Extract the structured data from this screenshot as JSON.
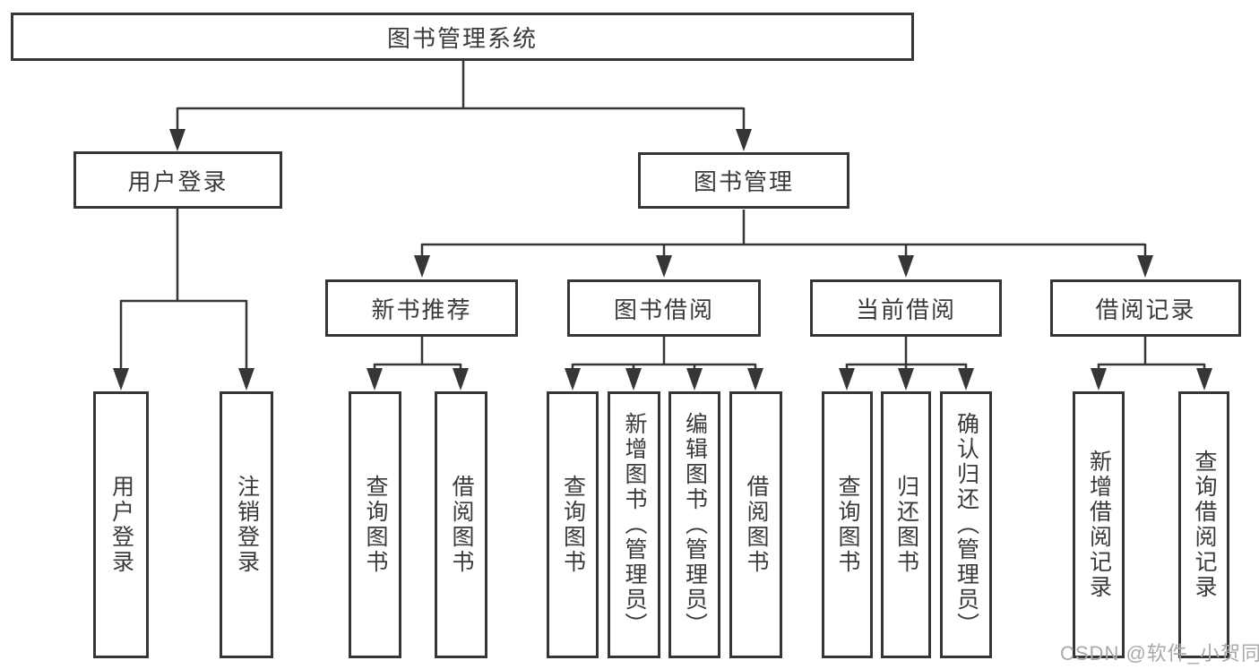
{
  "tree": {
    "label": "图书管理系统",
    "children": [
      {
        "label": "用户登录",
        "children": [
          {
            "label": "用户登录"
          },
          {
            "label": "注销登录"
          }
        ]
      },
      {
        "label": "图书管理",
        "children": [
          {
            "label": "新书推荐",
            "children": [
              {
                "label": "查询图书"
              },
              {
                "label": "借阅图书"
              }
            ]
          },
          {
            "label": "图书借阅",
            "children": [
              {
                "label": "查询图书"
              },
              {
                "label": "新增图书（管理员）"
              },
              {
                "label": "编辑图书（管理员）"
              },
              {
                "label": "借阅图书"
              }
            ]
          },
          {
            "label": "当前借阅",
            "children": [
              {
                "label": "查询图书"
              },
              {
                "label": "归还图书"
              },
              {
                "label": "确认归还（管理员）"
              }
            ]
          },
          {
            "label": "借阅记录",
            "children": [
              {
                "label": "新增借阅记录"
              },
              {
                "label": "查询借阅记录"
              }
            ]
          }
        ]
      }
    ]
  },
  "watermark": {
    "text": "CSDN @软件_小贺同学"
  },
  "colors": {
    "line": "#363636",
    "text": "#3a3a3a",
    "watermark": "#a9a9ad",
    "background": "#ffffff"
  }
}
